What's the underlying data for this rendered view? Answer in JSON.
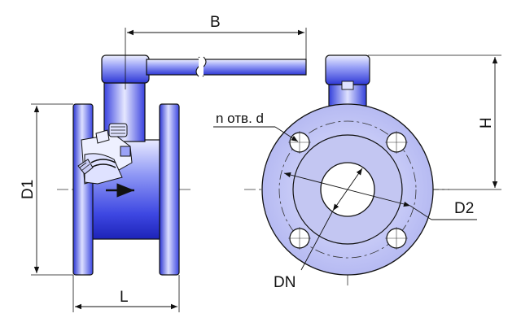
{
  "labels": {
    "B": "B",
    "H": "H",
    "D1": "D1",
    "L": "L",
    "D2": "D2",
    "DN": "DN",
    "holes": "n отв. d"
  },
  "colors": {
    "body_blue": "#3a45e0",
    "body_light": "#c9cdfb",
    "flange_face": "#c7c9f4",
    "outline": "#111111",
    "dim_line": "#111111"
  }
}
